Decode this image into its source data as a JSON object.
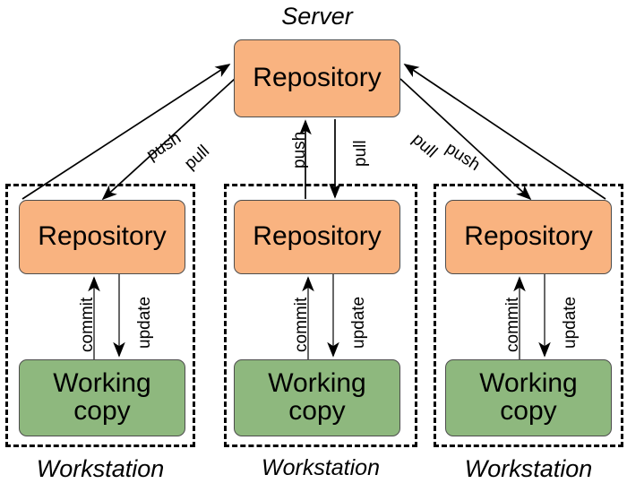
{
  "diagram": {
    "title_server": "Server",
    "colors": {
      "repository_fill": "#f9b380",
      "working_copy_fill": "#8eb87e",
      "stroke": "#4d4d4d",
      "frame_stroke": "#000000",
      "background": "#ffffff"
    },
    "server": {
      "label": "Server",
      "repository_label": "Repository"
    },
    "workstations": [
      {
        "caption": "Workstation",
        "repository_label": "Repository",
        "working_copy_label": "Working copy",
        "working_copy_line1": "Working",
        "working_copy_line2": "copy",
        "to_server_label": "push",
        "from_server_label": "pull",
        "commit_label": "commit",
        "update_label": "update"
      },
      {
        "caption": "Workstation",
        "repository_label": "Repository",
        "working_copy_label": "Working copy",
        "working_copy_line1": "Working",
        "working_copy_line2": "copy",
        "to_server_label": "push",
        "from_server_label": "pull",
        "commit_label": "commit",
        "update_label": "update"
      },
      {
        "caption": "Workstation",
        "repository_label": "Repository",
        "working_copy_label": "Working copy",
        "working_copy_line1": "Working",
        "working_copy_line2": "copy",
        "to_server_label": "push",
        "from_server_label": "pull",
        "commit_label": "commit",
        "update_label": "update"
      }
    ]
  }
}
